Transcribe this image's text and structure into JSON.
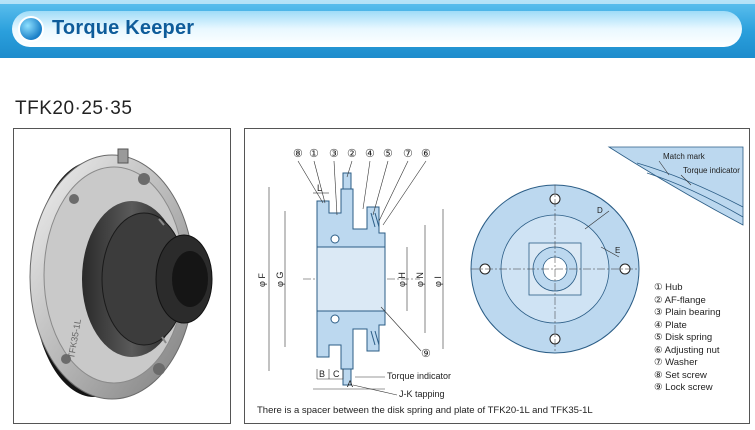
{
  "banner": {
    "title": "Torque Keeper"
  },
  "model": {
    "title": "TFK20·25·35"
  },
  "photo": {
    "body_label": "TFK35-1L"
  },
  "drawing": {
    "callouts": [
      "⑧",
      "①",
      "③",
      "②",
      "④",
      "⑤",
      "⑦",
      "⑥",
      "⑨"
    ],
    "dims": {
      "L": "L",
      "F": "φ F",
      "G": "φ G",
      "H": "φ H",
      "N": "φ N",
      "I": "φ I",
      "B": "B",
      "C": "C",
      "A": "A",
      "D": "D",
      "E": "E"
    },
    "labels": {
      "torque_indicator": "Torque indicator",
      "jk_tapping": "J-K tapping",
      "match_mark": "Match mark",
      "torque_indicator_small": "Torque indicator"
    }
  },
  "legend": {
    "items": [
      "① Hub",
      "② AF-flange",
      "③ Plain bearing",
      "④ Plate",
      "⑤ Disk spring",
      "⑥ Adjusting nut",
      "⑦ Washer",
      "⑧ Set screw",
      "⑨ Lock screw"
    ]
  },
  "note": {
    "text": "There is a spacer between the disk spring and plate of TFK20-1L and TFK35-1L"
  },
  "colors": {
    "banner": "#2a9fdc",
    "banner_text": "#0e5c9a",
    "part_fill": "#bcd8ef",
    "part_stroke": "#2b5d86"
  }
}
